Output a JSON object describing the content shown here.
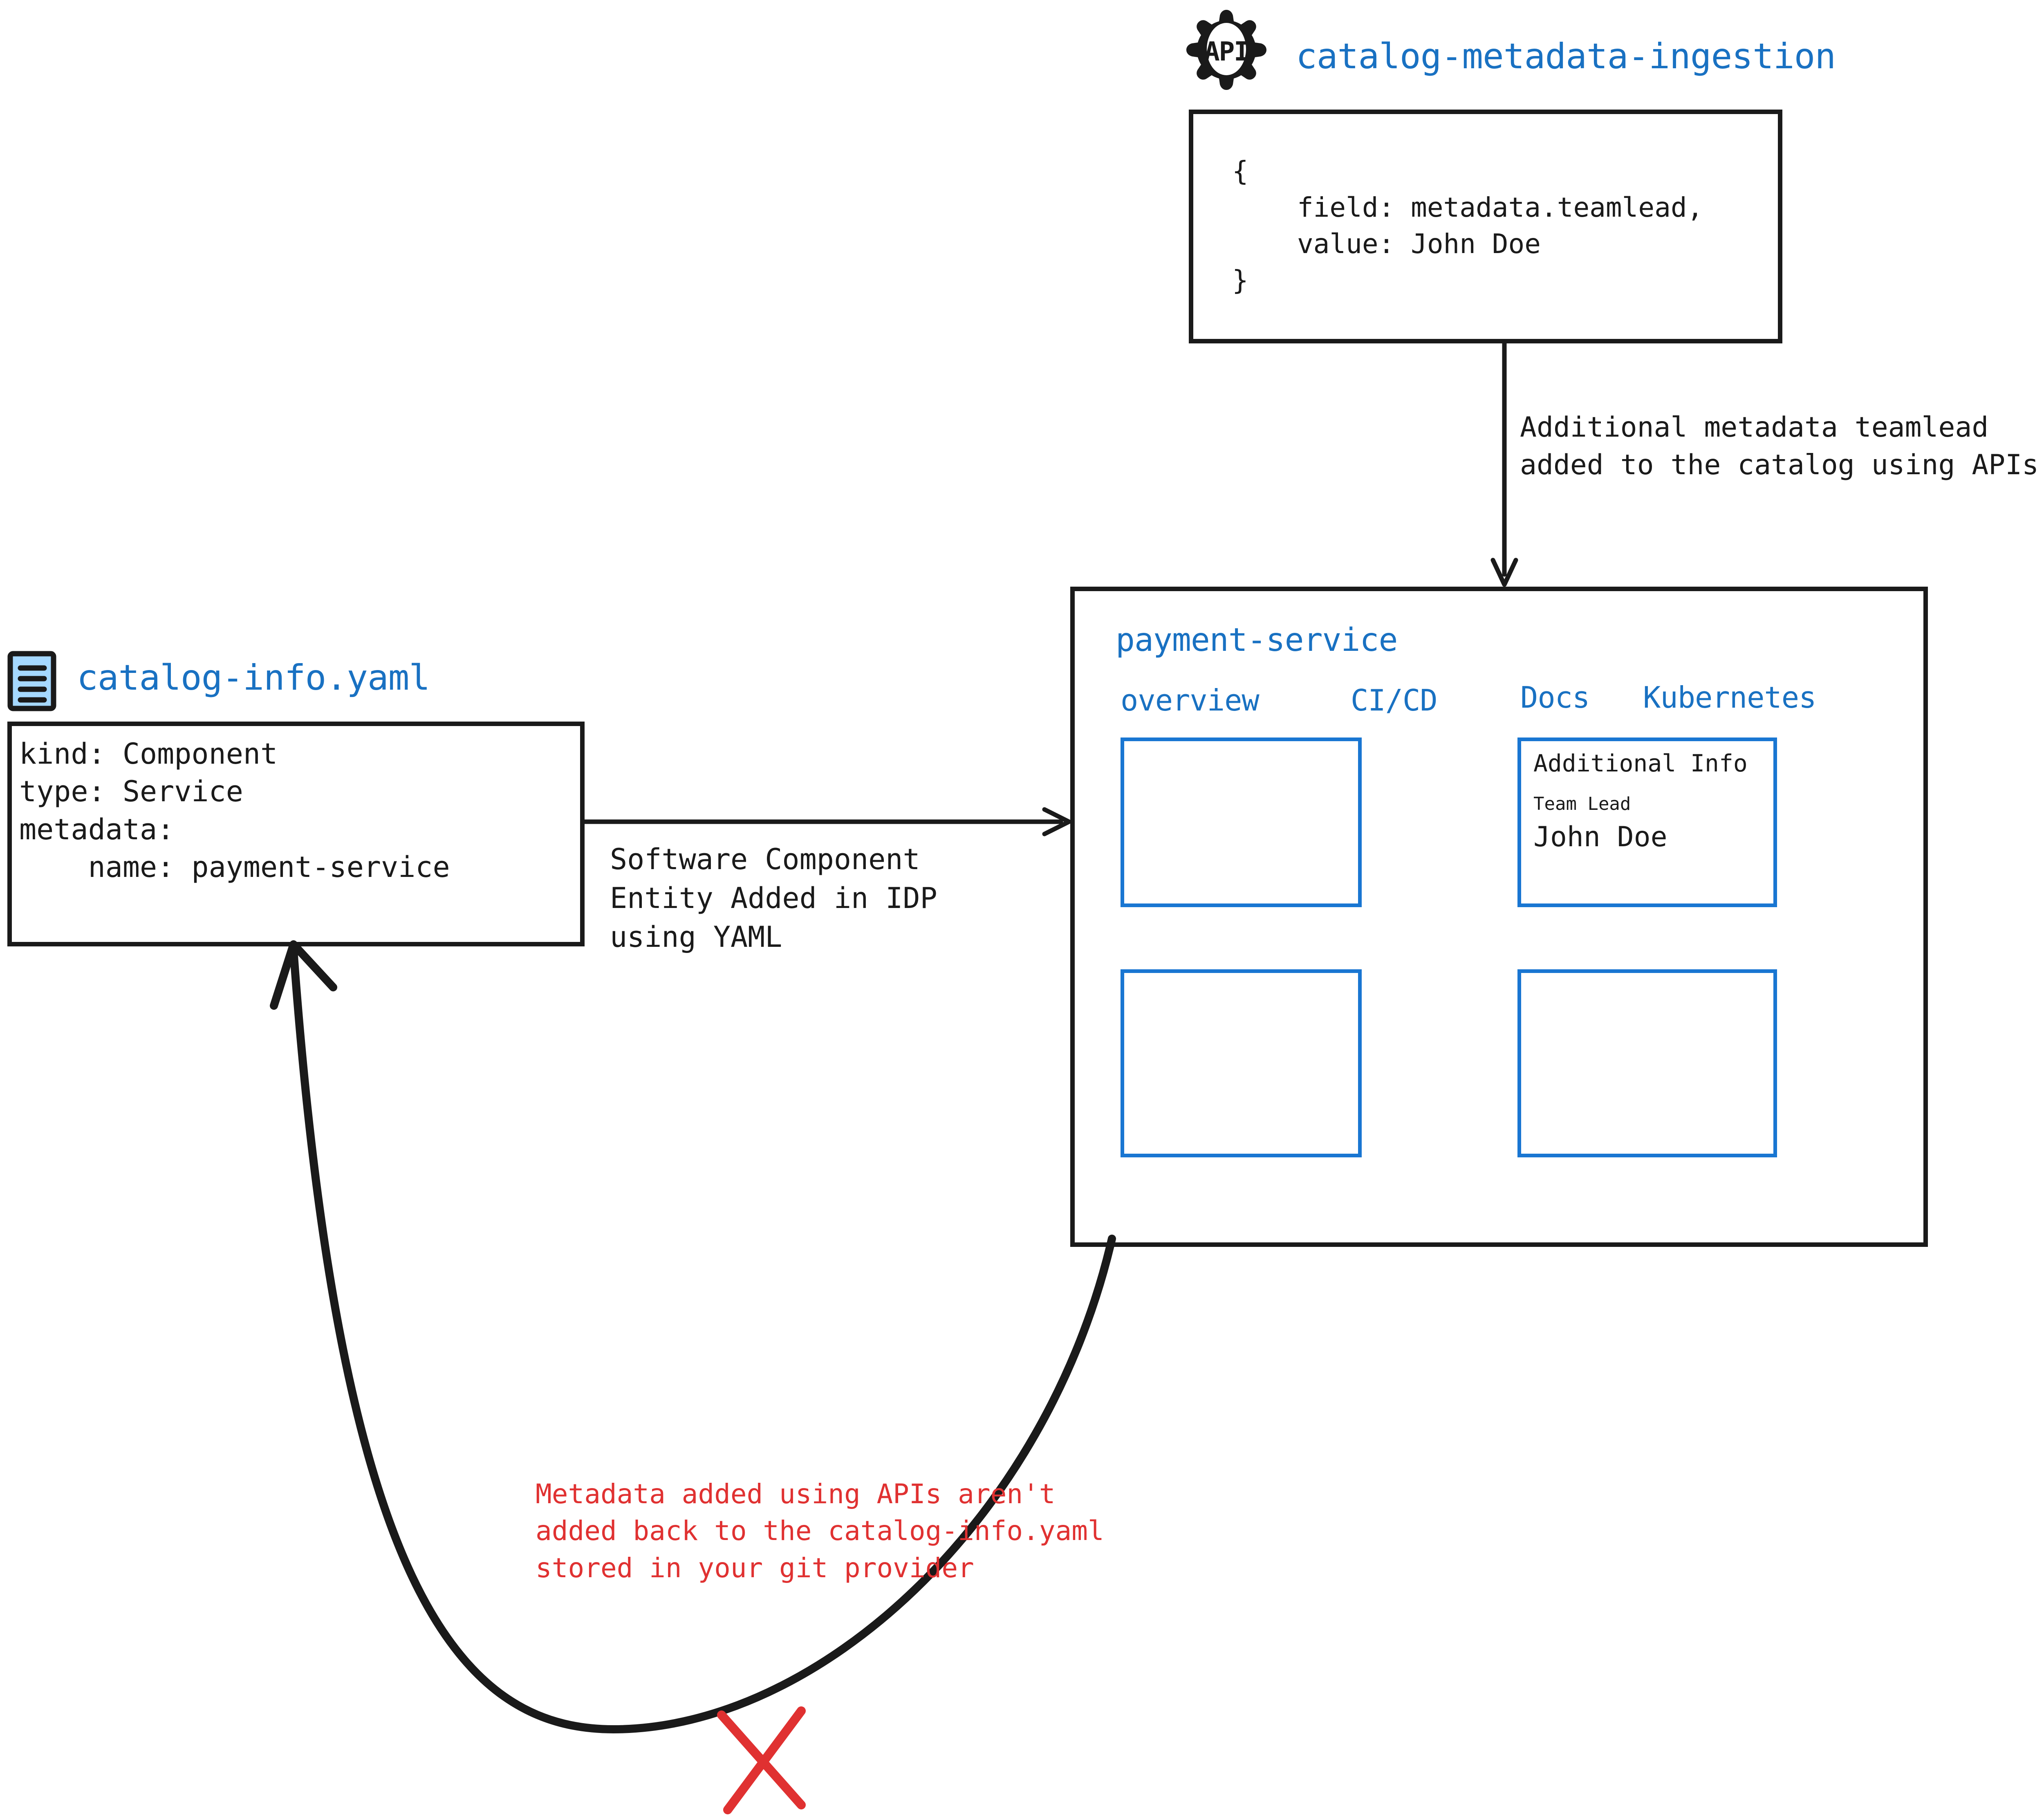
{
  "api_node": {
    "icon": "api-gear-icon",
    "icon_label": "API",
    "title": "catalog-metadata-ingestion",
    "code": "{\n    field: metadata.teamlead,\n    value: John Doe\n}"
  },
  "api_arrow": {
    "label": "Additional metadata teamlead\nadded to the catalog using APIs"
  },
  "yaml_node": {
    "icon": "yaml-document-icon",
    "title": "catalog-info.yaml",
    "code": "kind: Component\ntype: Service\nmetadata:\n    name: payment-service"
  },
  "yaml_arrow": {
    "label": "Software Component\nEntity Added in IDP\nusing YAML"
  },
  "panel": {
    "title": "payment-service",
    "tabs": [
      {
        "label": "overview"
      },
      {
        "label": "CI/CD"
      },
      {
        "label": "Docs"
      },
      {
        "label": "Kubernetes"
      }
    ],
    "cards": [
      {
        "name": "overview-top",
        "title": "",
        "field_label": "",
        "field_value": ""
      },
      {
        "name": "additional-info",
        "title": "Additional Info",
        "field_label": "Team Lead",
        "field_value": "John Doe"
      },
      {
        "name": "bottom-left",
        "title": "",
        "field_label": "",
        "field_value": ""
      },
      {
        "name": "bottom-right",
        "title": "",
        "field_label": "",
        "field_value": ""
      }
    ]
  },
  "warning": {
    "text": "Metadata added using APIs aren't\nadded back to the catalog-info.yaml\nstored in your git provider",
    "marker": "red-x-mark"
  },
  "colors": {
    "accent_blue": "#1971c2",
    "card_blue": "#1976d2",
    "warning_red": "#e03131",
    "ink": "#1a1a1a",
    "icon_fill": "#a5d8ff"
  }
}
